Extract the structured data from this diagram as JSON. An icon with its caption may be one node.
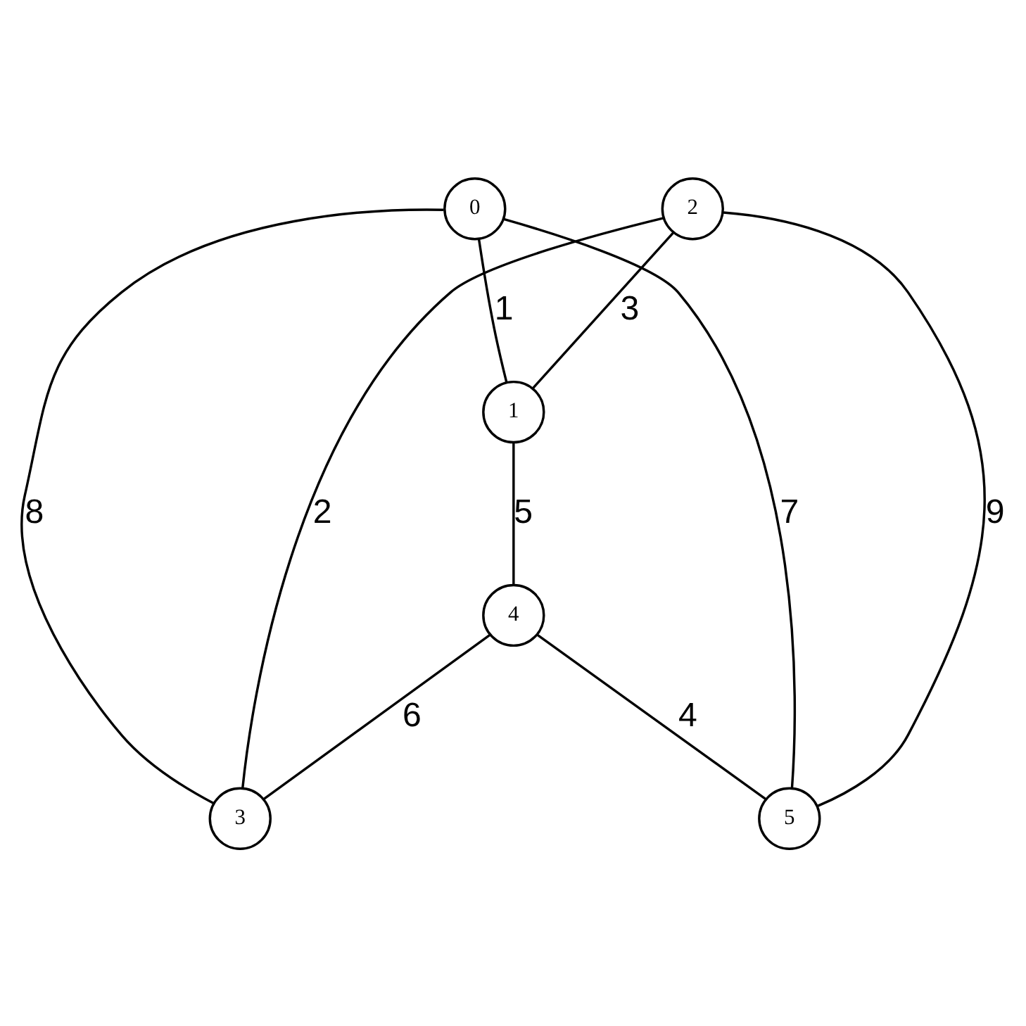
{
  "diagram": {
    "nodes": [
      {
        "text": [
          "0"
        ]
      },
      {
        "text": [
          "1"
        ]
      },
      {
        "text": [
          "2"
        ]
      },
      {
        "text": [
          "3"
        ]
      },
      {
        "text": [
          "4"
        ]
      },
      {
        "text": [
          "5"
        ]
      }
    ],
    "edges": [
      {
        "from": 0,
        "to": 1,
        "arrow": "none",
        "label": "1"
      },
      {
        "from": 1,
        "to": 2,
        "arrow": "none",
        "label": "3"
      },
      {
        "from": 1,
        "to": 4,
        "arrow": "none",
        "label": "5"
      },
      {
        "from": 0,
        "to": 3,
        "arrow": "none",
        "label": "8"
      },
      {
        "from": 2,
        "to": 5,
        "arrow": "none",
        "label": "9"
      },
      {
        "from": 0,
        "to": 5,
        "arrow": "none",
        "label": "7"
      },
      {
        "from": 2,
        "to": 3,
        "arrow": "none",
        "label": "2"
      },
      {
        "from": 5,
        "to": 4,
        "arrow": "none",
        "label": "4"
      },
      {
        "from": 4,
        "to": 3,
        "arrow": "none",
        "label": "6"
      }
    ]
  }
}
